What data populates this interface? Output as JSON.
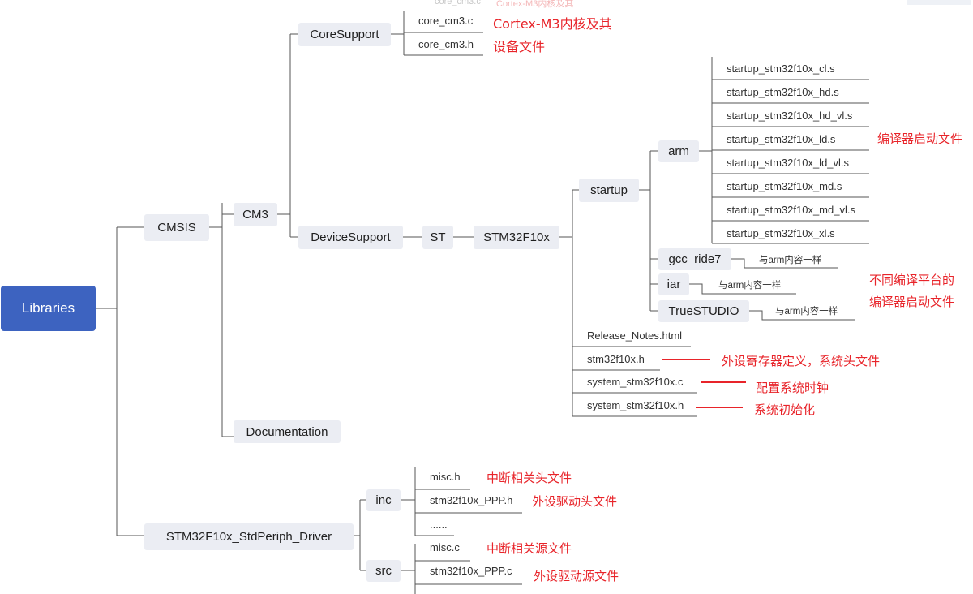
{
  "root": "Libraries",
  "cmsis": {
    "label": "CMSIS",
    "cm3": "CM3",
    "core_support": {
      "label": "CoreSupport",
      "files": [
        "core_cm3.c",
        "core_cm3.h"
      ],
      "note_line1": "Cortex-M3内核及其",
      "note_line2": "设备文件"
    },
    "device_support": {
      "label": "DeviceSupport",
      "st": "ST",
      "stm32f10x": "STM32F10x",
      "startup": "startup",
      "arm": "arm",
      "arm_files": [
        "startup_stm32f10x_cl.s",
        "startup_stm32f10x_hd.s",
        "startup_stm32f10x_hd_vl.s",
        "startup_stm32f10x_ld.s",
        "startup_stm32f10x_ld_vl.s",
        "startup_stm32f10x_md.s",
        "startup_stm32f10x_md_vl.s",
        "startup_stm32f10x_xl.s"
      ],
      "arm_note": "编译器启动文件",
      "gcc": "gcc_ride7",
      "iar": "iar",
      "truestudio": "TrueSTUDIO",
      "same_as_arm": "与arm内容一样",
      "platform_note_line1": "不同编译平台的",
      "platform_note_line2": "编译器启动文件",
      "files": [
        "Release_Notes.html",
        "stm32f10x.h",
        "system_stm32f10x.c",
        "system_stm32f10x.h"
      ],
      "file_notes": {
        "stm32f10x_h": "外设寄存器定义，系统头文件",
        "system_c": "配置系统时钟",
        "system_h": "系统初始化"
      }
    },
    "documentation": "Documentation"
  },
  "driver": {
    "label": "STM32F10x_StdPeriph_Driver",
    "inc": {
      "label": "inc",
      "files": [
        "misc.h",
        "stm32f10x_PPP.h",
        "......"
      ],
      "notes": [
        "中断相关头文件",
        "外设驱动头文件"
      ]
    },
    "src": {
      "label": "src",
      "files": [
        "misc.c",
        "stm32f10x_PPP.c"
      ],
      "notes": [
        "中断相关源文件",
        "外设驱动源文件"
      ]
    }
  },
  "top_faint": {
    "file": "core_cm3.c",
    "note": "Cortex-M3内核及其"
  },
  "colors": {
    "root_fill": "#3d63c0",
    "node_fill": "#ebedf3",
    "line": "#555555",
    "annotation": "#e8242a"
  }
}
